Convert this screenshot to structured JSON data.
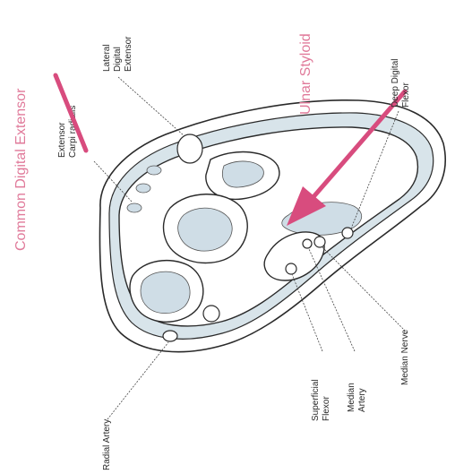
{
  "title": "Common Digital Extensor",
  "annotations": {
    "ulnar_styloid": "Ulnar Styloid",
    "arrow_color": "#d84c7e",
    "strike_color": "#d84c7e"
  },
  "labels": {
    "extensor_carpi_line1": "Extensor",
    "extensor_carpi_line2": "Carpi radialis",
    "lateral_line1": "Lateral",
    "lateral_line2": "Digital",
    "lateral_line3": "Extensor",
    "deep_line1": "Deep Digital",
    "deep_line2": "Flexor",
    "radial_artery": "Radial Artery",
    "superficial_line1": "Superficial",
    "superficial_line2": "Flexor",
    "median_artery_line1": "Median",
    "median_artery_line2": "Artery",
    "median_nerve": "Median Nerve"
  }
}
